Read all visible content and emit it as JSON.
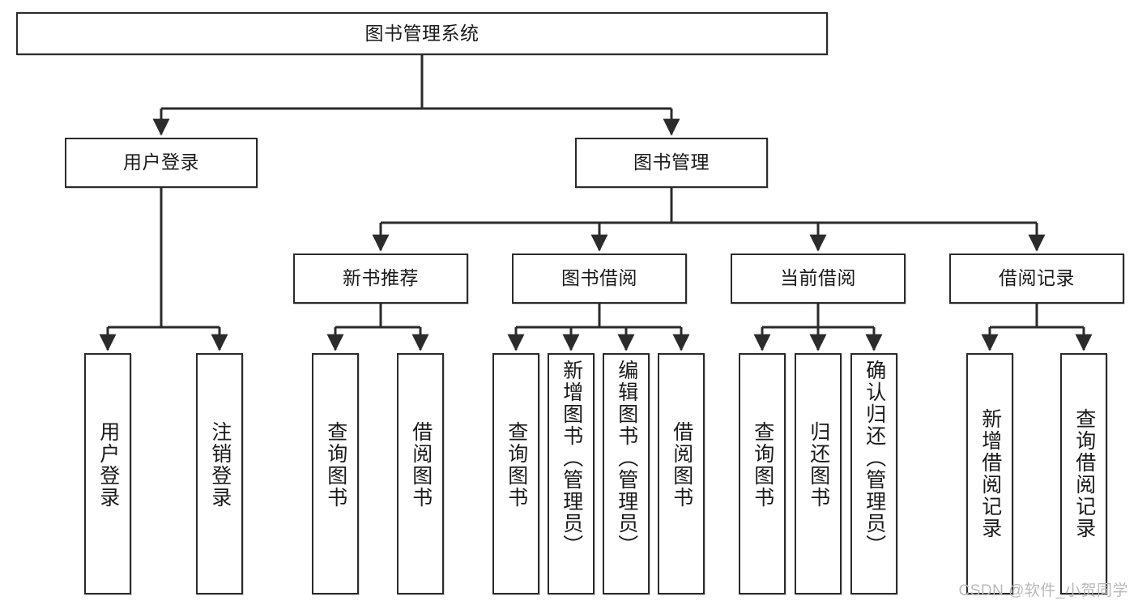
{
  "diagram": {
    "title": "图书管理系统",
    "type": "hierarchy-tree",
    "orientation": "top-down",
    "colors": {
      "box_border": "#2b2b2b",
      "box_fill": "#ffffff",
      "connector": "#2b2b2b",
      "text": "#1a1a1a",
      "watermark": "#b9b9b9"
    }
  },
  "nodes": {
    "root": {
      "label": "图书管理系统",
      "level": 1
    },
    "level2": [
      {
        "id": "user-login",
        "label": "用户登录"
      },
      {
        "id": "book-management",
        "label": "图书管理"
      }
    ],
    "level3": [
      {
        "id": "new-book-recommend",
        "label": "新书推荐"
      },
      {
        "id": "book-borrow",
        "label": "图书借阅"
      },
      {
        "id": "current-borrow",
        "label": "当前借阅"
      },
      {
        "id": "borrow-record",
        "label": "借阅记录"
      }
    ],
    "leaves": {
      "user-login": [
        {
          "id": "leaf-user-login",
          "label": "用户登录"
        },
        {
          "id": "leaf-user-logout",
          "label": "注销登录"
        }
      ],
      "new-book-recommend": [
        {
          "id": "leaf-query-book-1",
          "label": "查询图书"
        },
        {
          "id": "leaf-borrow-book-1",
          "label": "借阅图书"
        }
      ],
      "book-borrow": [
        {
          "id": "leaf-query-book-2",
          "label": "查询图书"
        },
        {
          "id": "leaf-add-book",
          "label": "新增图书（管理员）"
        },
        {
          "id": "leaf-edit-book",
          "label": "编辑图书（管理员）"
        },
        {
          "id": "leaf-borrow-book-2",
          "label": "借阅图书"
        }
      ],
      "current-borrow": [
        {
          "id": "leaf-query-book-3",
          "label": "查询图书"
        },
        {
          "id": "leaf-return-book",
          "label": "归还图书"
        },
        {
          "id": "leaf-confirm-return",
          "label": "确认归还（管理员）"
        }
      ],
      "borrow-record": [
        {
          "id": "leaf-add-record",
          "label": "新增借阅记录"
        },
        {
          "id": "leaf-query-record",
          "label": "查询借阅记录"
        }
      ]
    }
  },
  "watermark": {
    "text": "CSDN @软件_小贺同学"
  }
}
